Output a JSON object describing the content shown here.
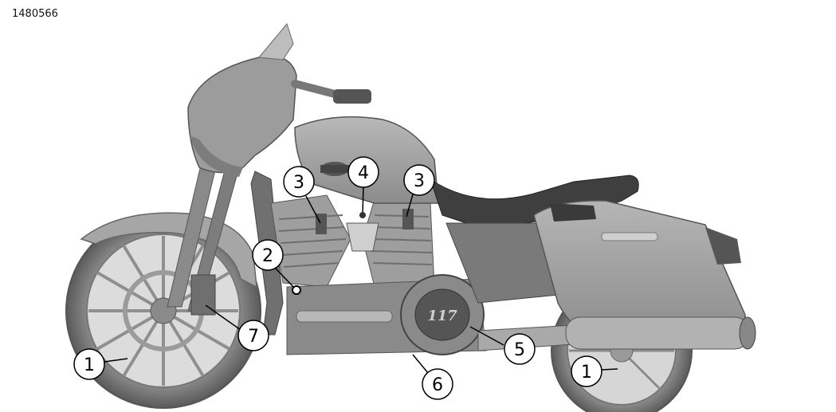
{
  "doc_id": "1480566",
  "emblem_text": "117",
  "callouts": [
    {
      "id": "c1a",
      "label": "1"
    },
    {
      "id": "c1b",
      "label": "1"
    },
    {
      "id": "c2",
      "label": "2"
    },
    {
      "id": "c3a",
      "label": "3"
    },
    {
      "id": "c3b",
      "label": "3"
    },
    {
      "id": "c4",
      "label": "4"
    },
    {
      "id": "c5",
      "label": "5"
    },
    {
      "id": "c6",
      "label": "6"
    },
    {
      "id": "c7",
      "label": "7"
    }
  ],
  "colors": {
    "body": "#9a9a9a",
    "body_light": "#b4b4b4",
    "body_dark": "#6e6e6e",
    "tire": "#5a5a5a",
    "seat": "#3f3f3f",
    "chrome": "#d2d2d2"
  }
}
